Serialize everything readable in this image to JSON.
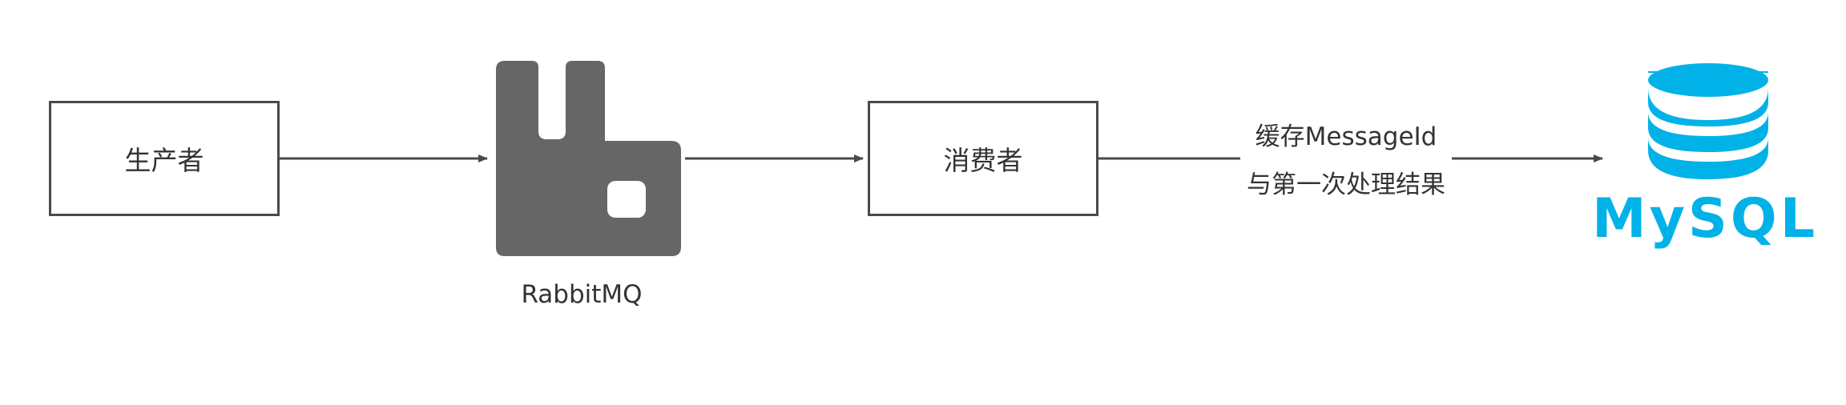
{
  "nodes": {
    "producer": {
      "label": "生产者"
    },
    "rabbitmq": {
      "label": "RabbitMQ",
      "icon": "rabbitmq-logo-icon"
    },
    "consumer": {
      "label": "消费者"
    },
    "mysql": {
      "label": "MySQL",
      "icon": "mysql-database-icon"
    }
  },
  "edges": {
    "consumer_to_mysql": {
      "line1": "缓存MessageId",
      "line2": "与第一次处理结果"
    }
  },
  "colors": {
    "stroke": "#4a4a4a",
    "rabbitmq": "#666666",
    "mysql": "#00b2e8",
    "text": "#333333"
  }
}
